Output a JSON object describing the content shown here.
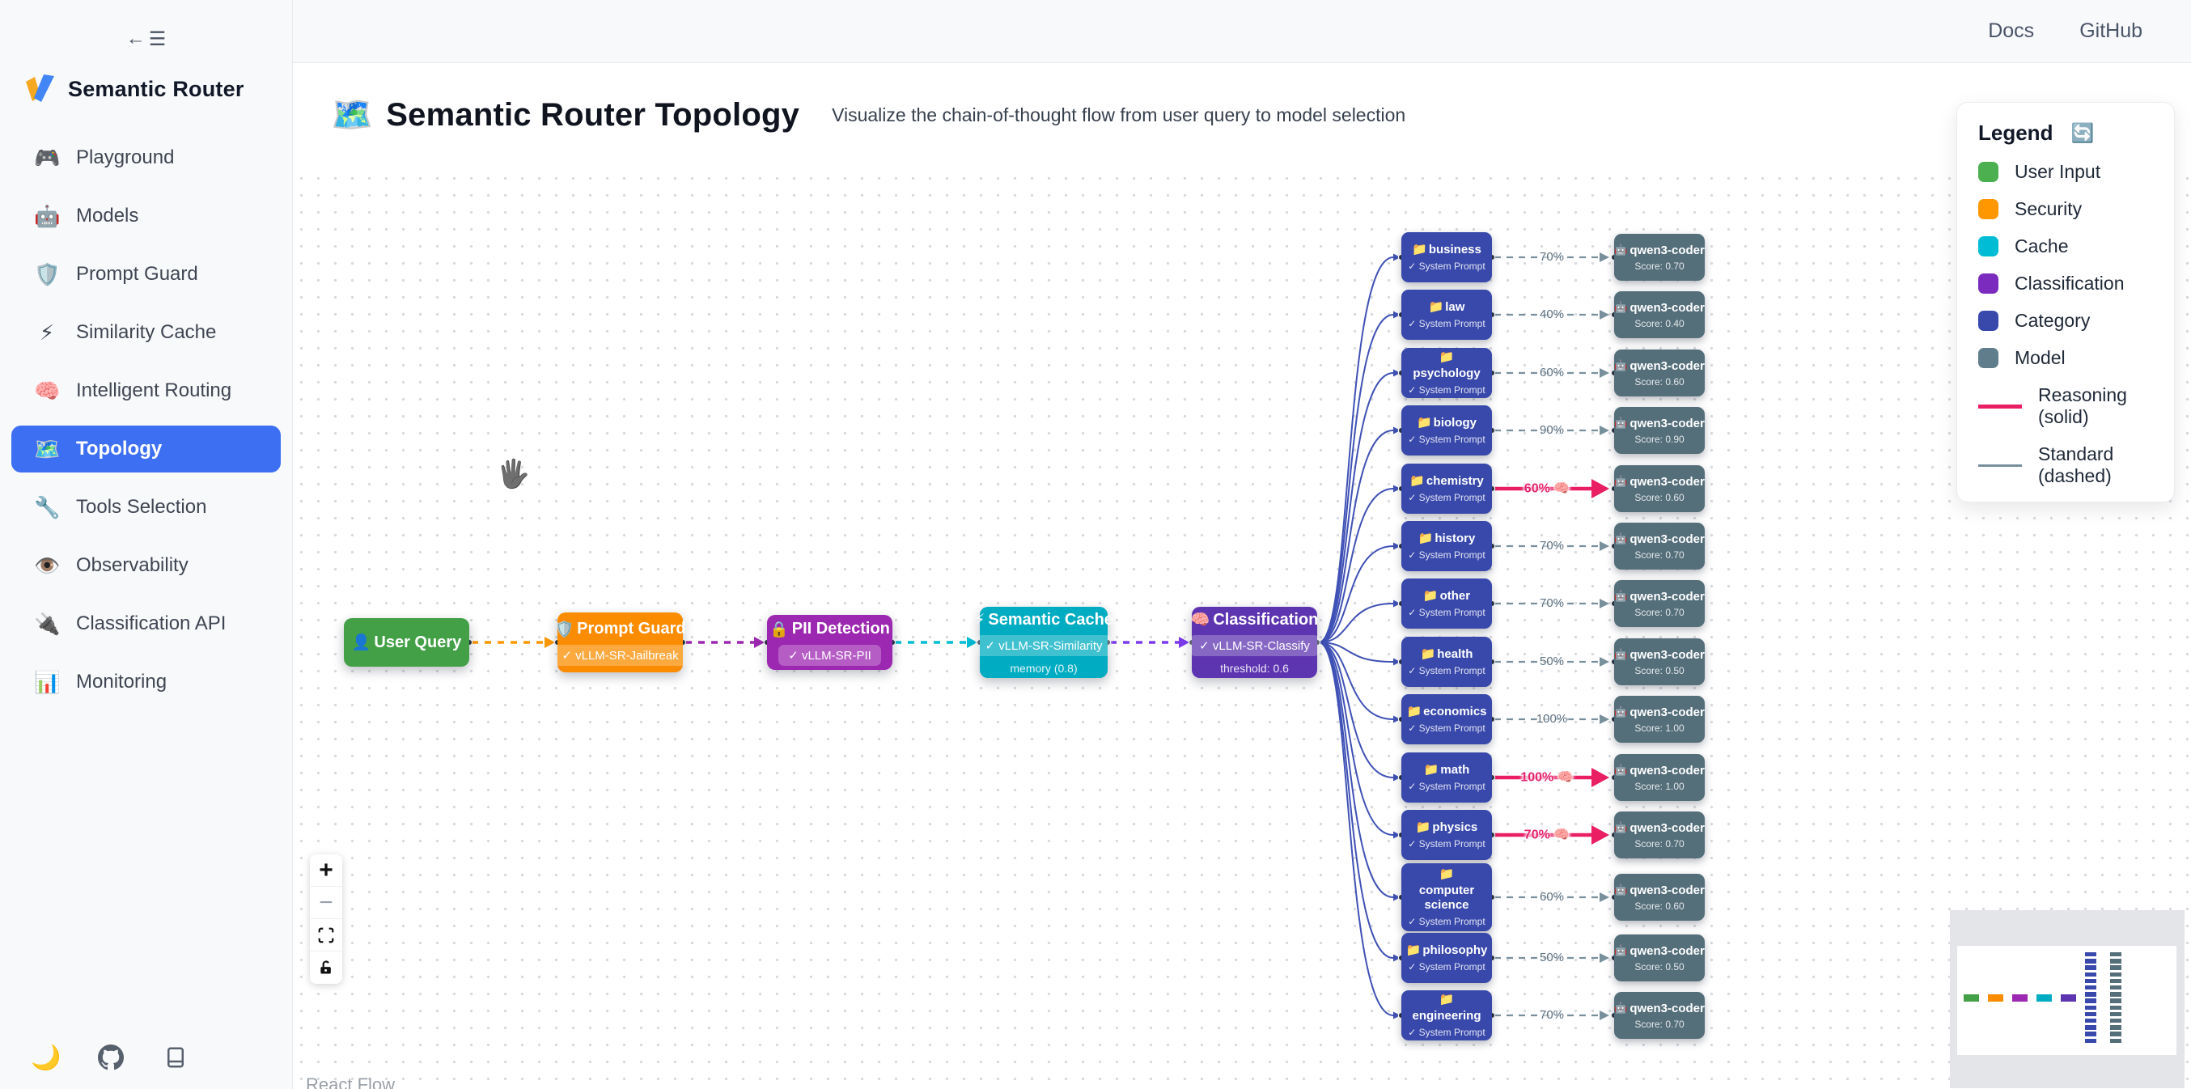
{
  "app": {
    "name": "Semantic Router"
  },
  "topbar": {
    "links": [
      "Docs",
      "GitHub"
    ]
  },
  "sidebar": {
    "logo_text": "Semantic Router",
    "items": [
      {
        "icon": "🎮",
        "label": "Playground",
        "active": false
      },
      {
        "icon": "🤖",
        "label": "Models",
        "active": false
      },
      {
        "icon": "🛡️",
        "label": "Prompt Guard",
        "active": false
      },
      {
        "icon": "⚡",
        "label": "Similarity Cache",
        "active": false
      },
      {
        "icon": "🧠",
        "label": "Intelligent Routing",
        "active": false
      },
      {
        "icon": "🗺️",
        "label": "Topology",
        "active": true
      },
      {
        "icon": "🔧",
        "label": "Tools Selection",
        "active": false
      },
      {
        "icon": "👁️",
        "label": "Observability",
        "active": false
      },
      {
        "icon": "🔌",
        "label": "Classification API",
        "active": false
      },
      {
        "icon": "📊",
        "label": "Monitoring",
        "active": false
      }
    ],
    "footer": {
      "theme_icon": "🌙"
    }
  },
  "header": {
    "icon": "🗺️",
    "title": "Semantic Router Topology",
    "subtitle": "Visualize the chain-of-thought flow from user query to model selection"
  },
  "legend": {
    "title": "Legend",
    "refresh_icon": "🔄",
    "items": [
      {
        "label": "User Input",
        "color": "#4caf50"
      },
      {
        "label": "Security",
        "color": "#ff9800"
      },
      {
        "label": "Cache",
        "color": "#00bcd4"
      },
      {
        "label": "Classification",
        "color": "#7b2cbf"
      },
      {
        "label": "Category",
        "color": "#3949ab"
      },
      {
        "label": "Model",
        "color": "#607d8b"
      }
    ],
    "lines": [
      {
        "label": "Reasoning (solid)",
        "color": "#e91e63",
        "dashed": false
      },
      {
        "label": "Standard (dashed)",
        "color": "#78909c",
        "dashed": true
      }
    ]
  },
  "flow": {
    "pipeline": [
      {
        "icon": "👤",
        "label": "User Query",
        "color": "#43a047"
      },
      {
        "icon": "🛡️",
        "label": "Prompt Guard",
        "badge": "✓ vLLM-SR-Jailbreak",
        "color": "#fb8c00"
      },
      {
        "icon": "🔒",
        "label": "PII Detection",
        "badge": "✓ vLLM-SR-PII",
        "color": "#9c27b0"
      },
      {
        "icon": "⚡",
        "label": "Semantic Cache",
        "badge": "✓ vLLM-SR-Similarity",
        "sub": "memory (0.8)",
        "color": "#00acc1"
      },
      {
        "icon": "🧠",
        "label": "Classification",
        "badge": "✓ vLLM-SR-Classify",
        "sub": "threshold: 0.6",
        "color": "#5e35b1"
      }
    ],
    "pipeline_edge_colors": [
      "#ff9800",
      "#9c27b0",
      "#00bcd4",
      "#7c3aed"
    ],
    "category_icon": "📁",
    "category_sub": "✓ System Prompt",
    "category_color": "#3949ab",
    "model_icon": "🤖",
    "model_name": "qwen3-coder",
    "model_color": "#546e7a",
    "reasoning_color": "#e91e63",
    "standard_color": "#78909c",
    "fanout_color": "#3f51b5",
    "reasoning_emoji": "🧠",
    "routes": [
      {
        "category": "business",
        "percent": "70%",
        "reasoning": false,
        "score": "Score: 0.70"
      },
      {
        "category": "law",
        "percent": "40%",
        "reasoning": false,
        "score": "Score: 0.40"
      },
      {
        "category": "psychology",
        "percent": "60%",
        "reasoning": false,
        "score": "Score: 0.60"
      },
      {
        "category": "biology",
        "percent": "90%",
        "reasoning": false,
        "score": "Score: 0.90"
      },
      {
        "category": "chemistry",
        "percent": "60%",
        "reasoning": true,
        "score": "Score: 0.60"
      },
      {
        "category": "history",
        "percent": "70%",
        "reasoning": false,
        "score": "Score: 0.70"
      },
      {
        "category": "other",
        "percent": "70%",
        "reasoning": false,
        "score": "Score: 0.70"
      },
      {
        "category": "health",
        "percent": "50%",
        "reasoning": false,
        "score": "Score: 0.50"
      },
      {
        "category": "economics",
        "percent": "100%",
        "reasoning": false,
        "score": "Score: 1.00"
      },
      {
        "category": "math",
        "percent": "100%",
        "reasoning": true,
        "score": "Score: 1.00"
      },
      {
        "category": "physics",
        "percent": "70%",
        "reasoning": true,
        "score": "Score: 0.70"
      },
      {
        "category": "computer science",
        "percent": "60%",
        "reasoning": false,
        "score": "Score: 0.60"
      },
      {
        "category": "philosophy",
        "percent": "50%",
        "reasoning": false,
        "score": "Score: 0.50"
      },
      {
        "category": "engineering",
        "percent": "70%",
        "reasoning": false,
        "score": "Score: 0.70"
      }
    ]
  },
  "controls": {
    "zoom_in": "+",
    "zoom_out": "−",
    "attribution": "React Flow"
  }
}
